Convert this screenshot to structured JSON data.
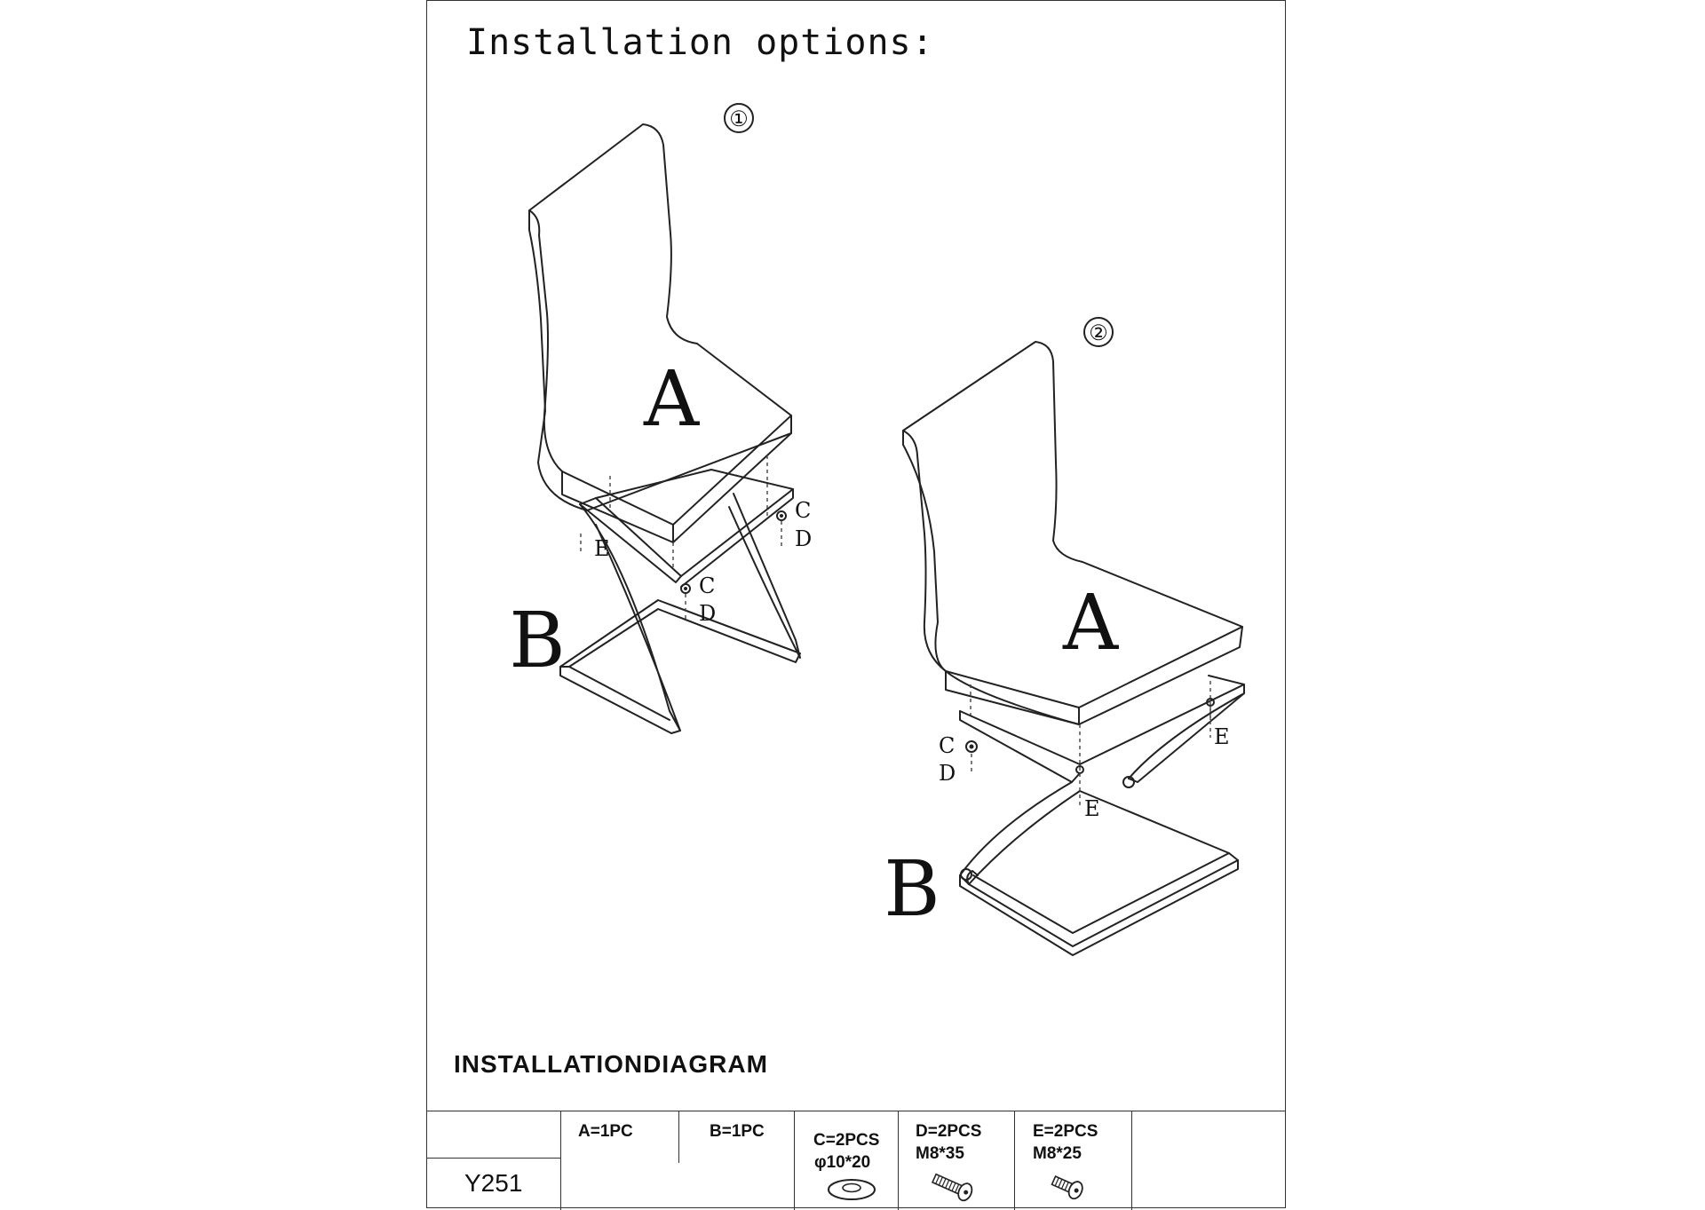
{
  "heading": "Installation options:",
  "option_numbers": [
    "①",
    "②"
  ],
  "diagram_labels": {
    "seat": "A",
    "base": "B",
    "washer": "C",
    "bolt_long": "D",
    "bolt_short": "E"
  },
  "diagram_title": "INSTALLATIONDIAGRAM",
  "parts_table": {
    "model": "Y251",
    "parts": [
      {
        "label": "A=1PC",
        "spec": "",
        "icon": "chair-seat-icon"
      },
      {
        "label": "B=1PC",
        "spec": "",
        "icon": "chair-base-icon"
      },
      {
        "label": "C=2PCS",
        "spec": "φ10*20",
        "icon": "washer-icon"
      },
      {
        "label": "D=2PCS",
        "spec": "M8*35",
        "icon": "bolt-icon"
      },
      {
        "label": "E=2PCS",
        "spec": "M8*25",
        "icon": "bolt-icon"
      }
    ]
  }
}
